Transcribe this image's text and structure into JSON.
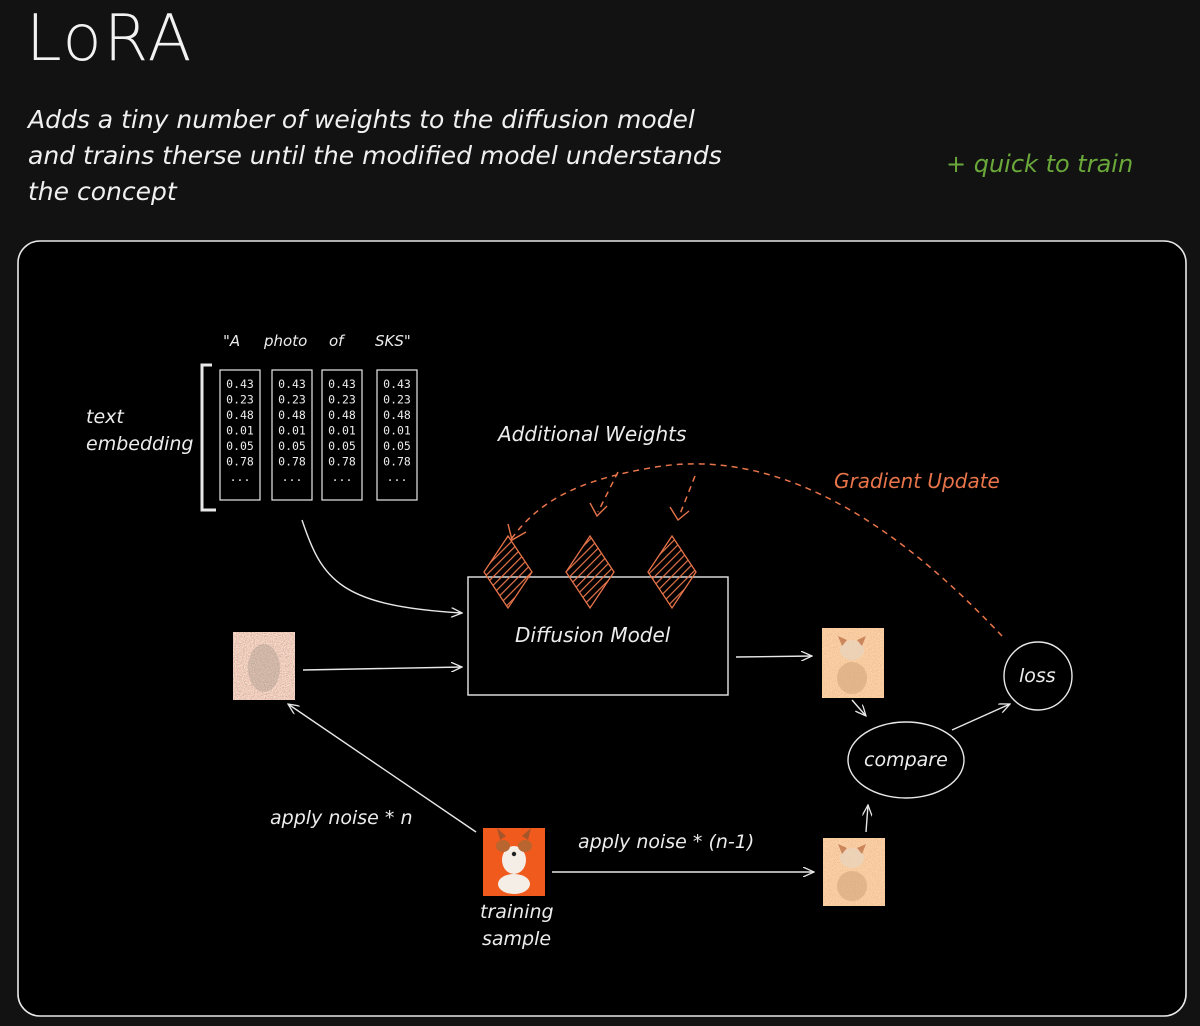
{
  "title": "LoRA",
  "subtitle_lines": [
    "Adds a tiny number of weights to the diffusion model",
    "and trains therse until the modified model understands",
    "the concept"
  ],
  "pro_note": "+ quick to train",
  "colors": {
    "background": "#121212",
    "foreground": "#ececec",
    "accent_orange": "#e8744a",
    "accent_green": "#6aa83a"
  },
  "tokens": [
    "\"A",
    "photo",
    "of",
    "SKS\""
  ],
  "embedding_values": [
    "0.43",
    "0.23",
    "0.48",
    "0.01",
    "0.05",
    "0.78",
    "..."
  ],
  "labels": {
    "text_embedding_line1": "text",
    "text_embedding_line2": "embedding",
    "additional_weights": "Additional Weights",
    "gradient_update": "Gradient Update",
    "diffusion_model": "Diffusion Model",
    "loss": "loss",
    "compare": "compare",
    "apply_noise_n": "apply noise * n",
    "apply_noise_n_minus_1": "apply noise * (n-1)",
    "training_sample_line1": "training",
    "training_sample_line2": "sample"
  },
  "icons": {
    "noisy_image": "noisy-image-icon",
    "dog_photo": "corgi-photo-icon",
    "weight_diamond": "hatched-diamond-icon"
  }
}
